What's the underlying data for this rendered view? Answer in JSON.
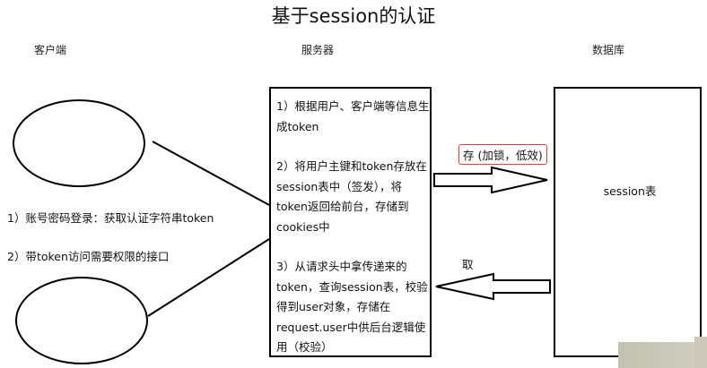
{
  "title": "基于session的认证",
  "columns": {
    "client": "客户端",
    "server": "服务器",
    "database": "数据库"
  },
  "client_notes": [
    "1）账号密码登录：获取认证字符串token",
    "2）带token访问需要权限的接口"
  ],
  "server_steps": [
    "1）根据用户、客户端等信息生成token",
    "2）将用户主键和token存放在session表中（签发），将token返回给前台，存储到cookies中",
    "3）从请求头中拿传递来的token，查询session表，校验得到user对象，存储在request.user中供后台逻辑使用（校验）"
  ],
  "arrows": {
    "store_label": "存 (加锁，低效)",
    "fetch_label": "取"
  },
  "database_box": {
    "label": "session表"
  },
  "colors": {
    "stroke": "#000000",
    "store_label_border": "#e23a3a"
  }
}
